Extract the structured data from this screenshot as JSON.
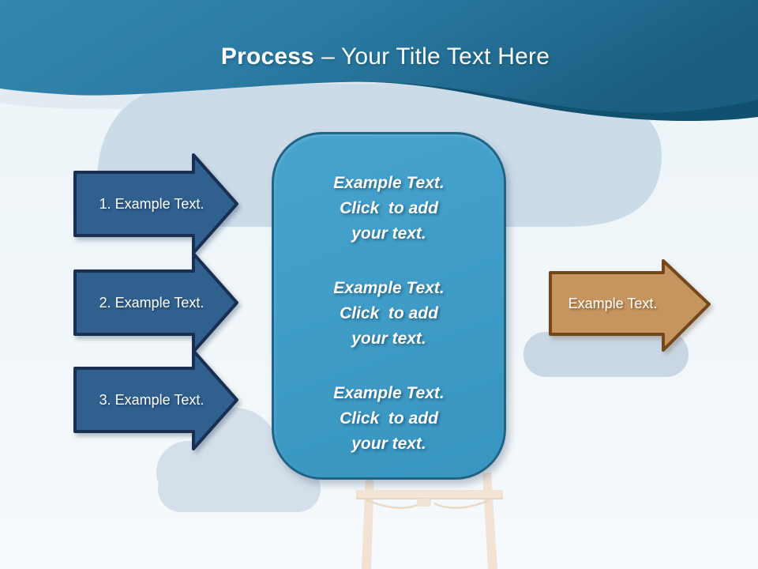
{
  "title": {
    "bold": "Process",
    "rest": "– Your Title Text Here"
  },
  "left_arrows": [
    {
      "label": "1. Example Text."
    },
    {
      "label": "2. Example Text."
    },
    {
      "label": "3. Example Text."
    }
  ],
  "board": {
    "paragraphs": [
      {
        "lines": [
          "Example Text.",
          "Click  to add",
          "your text."
        ]
      },
      {
        "lines": [
          "Example Text.",
          "Click  to add",
          "your text."
        ]
      },
      {
        "lines": [
          "Example Text.",
          "Click  to add",
          "your text."
        ]
      }
    ]
  },
  "right_arrow": {
    "label": "Example Text."
  },
  "colors": {
    "header_gradient_left": "#3587af",
    "header_gradient_right": "#1a5e81",
    "header_accent_wave": "#11516f",
    "header_underwave": "#e2ebf2",
    "background": "#eff5f9",
    "cloud_large": "#ccdbe8",
    "cloud_small": "#d5dfe9",
    "cloud_pill": "#c9d7e4",
    "step_arrow_fill": "#30608e",
    "step_arrow_border": "#192f52",
    "board_fill": "#3f9dc8",
    "board_border": "#1f6387",
    "right_arrow_fill": "#c6945e",
    "right_arrow_border": "#73461c",
    "easel_wood": "#f1e2d3",
    "text": "#ffffff"
  }
}
